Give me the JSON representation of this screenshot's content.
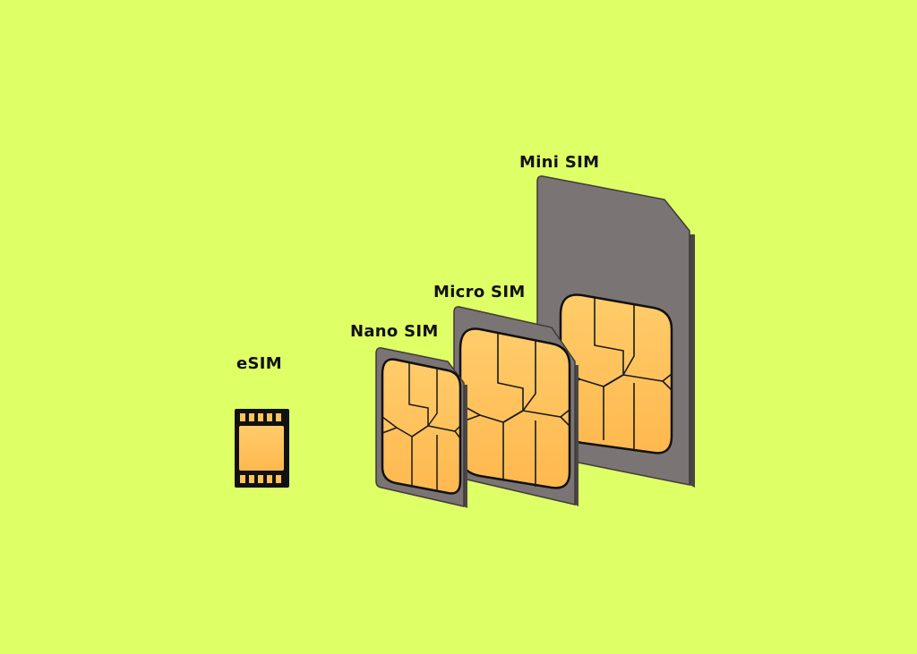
{
  "labels": {
    "mini": "Mini SIM",
    "micro": "Micro SIM",
    "nano": "Nano SIM",
    "esim": "eSIM"
  },
  "colors": {
    "background": "#dfff66",
    "card_face": "#7a7574",
    "card_edge": "#4a4645",
    "chip_gold": "#ffc35c",
    "chip_edge": "#111111",
    "esim_body": "#111111"
  }
}
